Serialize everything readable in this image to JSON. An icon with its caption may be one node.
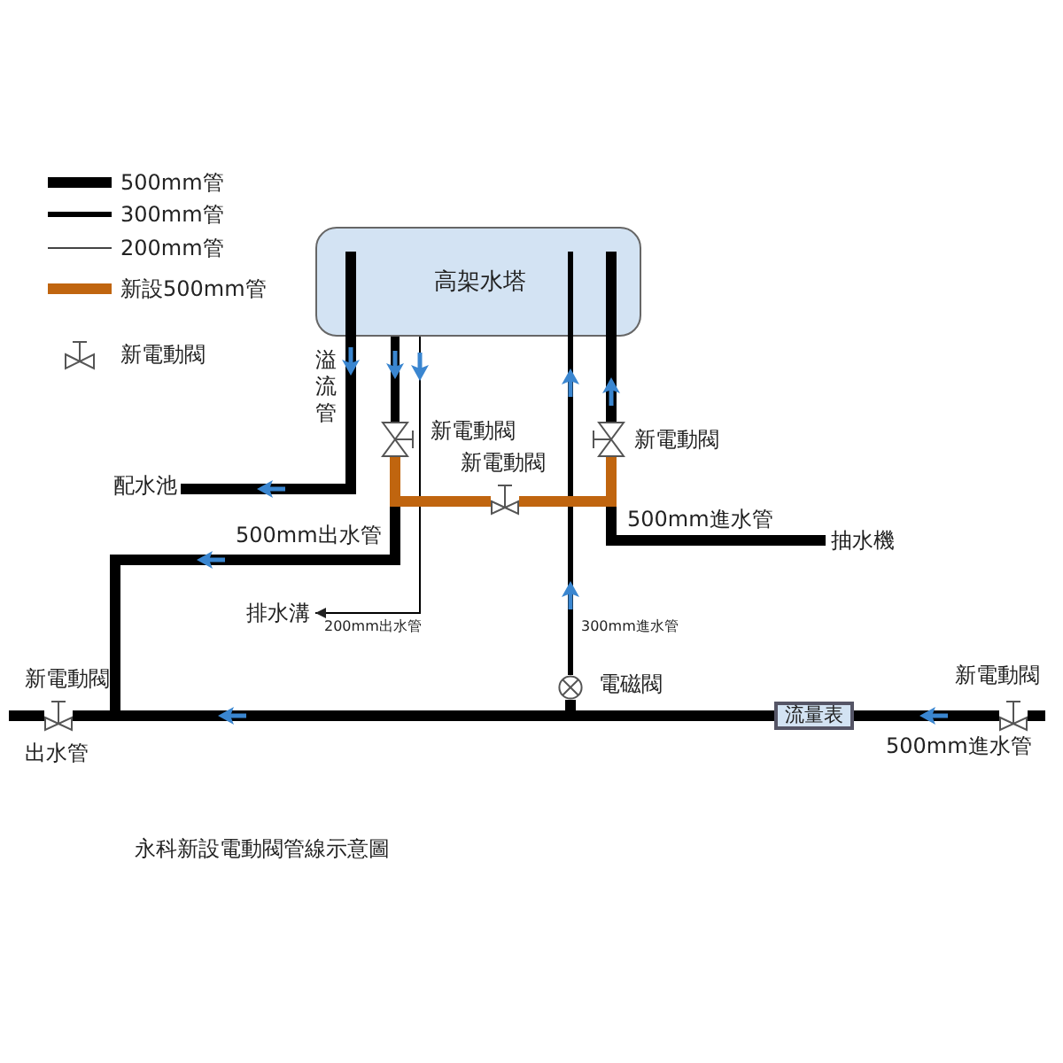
{
  "diagram": {
    "caption": "永科新設電動閥管線示意圖",
    "nodes": [
      {
        "text": [
          "高架水塔"
        ]
      },
      {
        "text": [
          "配水池"
        ]
      },
      {
        "text": [
          "新電動閥"
        ]
      },
      {
        "text": [
          "新電動閥"
        ]
      },
      {
        "text": [
          "新電動閥"
        ]
      },
      {
        "text": [
          "抽水機"
        ]
      },
      {
        "text": [
          "排水溝"
        ]
      },
      {
        "text": [
          "電磁閥"
        ]
      },
      {
        "text": [
          "流量表"
        ]
      },
      {
        "text": [
          "新電動閥"
        ]
      },
      {
        "text": [
          "新電動閥"
        ],
        "beside": [
          "出水管"
        ]
      }
    ],
    "edges": [
      {
        "from": 0,
        "to": 1,
        "arrow": "to",
        "label": "溢流管"
      },
      {
        "from": 0,
        "to": 2,
        "arrow": "to"
      },
      {
        "from": 2,
        "to": 3,
        "arrow": "none",
        "color": "#c0650f"
      },
      {
        "from": 3,
        "to": 4,
        "arrow": "none",
        "color": "#c0650f"
      },
      {
        "from": 2,
        "to": 10,
        "arrow": "to",
        "label": "500mm出水管"
      },
      {
        "from": 5,
        "to": 4,
        "arrow": "none",
        "label": "500mm進水管"
      },
      {
        "from": 4,
        "to": 0,
        "arrow": "to"
      },
      {
        "from": 0,
        "to": 6,
        "arrow": "to",
        "label": "200mm出水管"
      },
      {
        "from": 9,
        "to": 8,
        "arrow": "to",
        "label": "500mm進水管"
      },
      {
        "from": 8,
        "to": 10,
        "arrow": "to"
      },
      {
        "from": 8,
        "to": 7,
        "arrow": "none"
      },
      {
        "from": 7,
        "to": 0,
        "arrow": "to",
        "label": "300mm進水管"
      },
      {
        "from": 10,
        "to": null,
        "arrow": "none"
      },
      {
        "from": null,
        "to": 9,
        "arrow": "none"
      }
    ],
    "legend": [
      {
        "text": "500mm管"
      },
      {
        "text": "300mm管"
      },
      {
        "text": "200mm管"
      },
      {
        "text": "新設500mm管"
      },
      {
        "text": "新電動閥"
      }
    ]
  }
}
